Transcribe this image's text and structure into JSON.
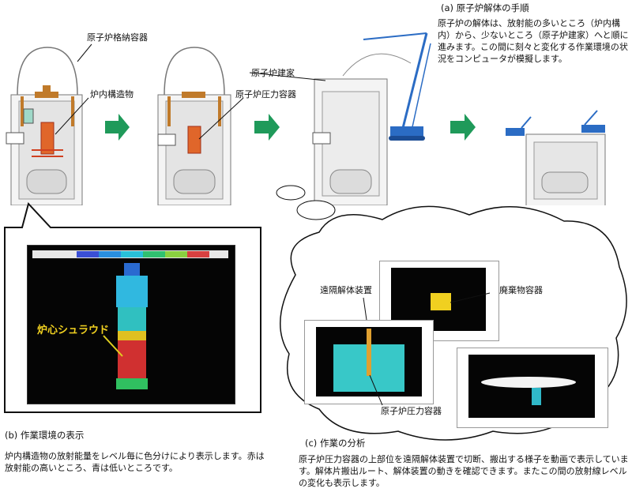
{
  "section_a": {
    "title": "(a) 原子炉解体の手順",
    "description": "原子炉の解体は、放射能の多いところ（炉内構内）から、少ないところ（原子炉建家）へと順に進みます。この間に刻々と変化する作業環境の状況をコンピュータが模擬します。",
    "labels": {
      "containment": "原子炉格納容器",
      "internals": "炉内構造物",
      "pressure_vessel": "原子炉圧力容器",
      "building": "原子炉建家"
    }
  },
  "section_b": {
    "title": "(b) 作業環境の表示",
    "description": "炉内構造物の放射能量をレベル毎に色分けにより表示します。赤は放射能の高いところ、青は低いところです。",
    "screen_label": "炉心シュラウド",
    "legend_colors": [
      "#3a4fd6",
      "#2a8fe0",
      "#28c0d8",
      "#30c070",
      "#8ad040",
      "#d84040"
    ]
  },
  "section_c": {
    "title": "(c) 作業の分析",
    "description": "原子炉圧力容器の上部位を遠隔解体装置で切断、搬出する様子を動画で表示しています。解体片搬出ルート、解体装置の動きを確認できます。またこの間の放射線レベルの変化も表示します。",
    "labels": {
      "remote_device": "遠隔解体装置",
      "waste_container": "廃棄物容器",
      "pressure_vessel": "原子炉圧力容器"
    }
  },
  "colors": {
    "arrow_green": "#1f9a5a",
    "crane_blue": "#2b6cc4",
    "reactor_orange": "#e0662a",
    "screen_bg": "#050505"
  }
}
